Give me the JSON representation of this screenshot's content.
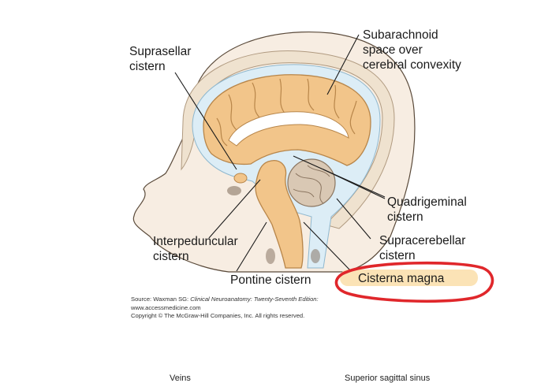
{
  "labels": {
    "suprasellar": [
      "Suprasellar",
      "cistern"
    ],
    "subarachnoid": [
      "Subarachnoid",
      "space over",
      "cerebral convexity"
    ],
    "quadrigeminal": [
      "Quadrigeminal",
      "cistern"
    ],
    "supracerebellar": [
      "Supracerebellar",
      "cistern"
    ],
    "interpeduncular": [
      "Interpeduncular",
      "cistern"
    ],
    "pontine": "Pontine cistern",
    "cisterna_magna": "Cisterna magna"
  },
  "source": {
    "line1_prefix": "Source: Waxman SG: ",
    "line1_title": "Clinical Neuroanatomy: Twenty-Seventh Edition:",
    "line2": "www.accessmedicine.com",
    "line3": "Copyright © The McGraw-Hill Companies, Inc. All rights reserved."
  },
  "footer": {
    "left": "Veins",
    "right": "Superior sagittal sinus"
  },
  "colors": {
    "brain": "#f2c58a",
    "brain_stroke": "#b8864a",
    "csf": "#dcedf6",
    "skull": "#f5ece0",
    "annotation_circle": "#e0272b",
    "highlight": "#fbe3b6"
  }
}
